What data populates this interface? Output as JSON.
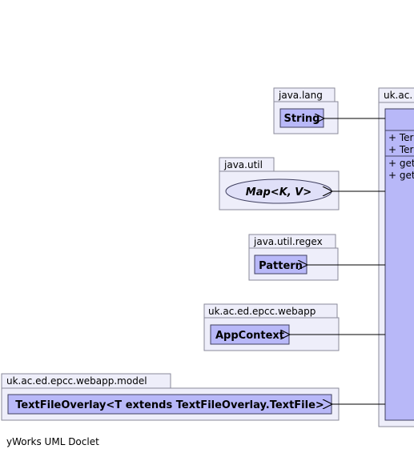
{
  "packages": {
    "lang": {
      "name": "java.lang",
      "class": "String"
    },
    "util": {
      "name": "java.util",
      "interface": "Map<K, V>"
    },
    "regex": {
      "name": "java.util.regex",
      "class": "Pattern"
    },
    "webapp": {
      "name": "uk.ac.ed.epcc.webapp",
      "class": "AppContext"
    },
    "model": {
      "name": "uk.ac.ed.epcc.webapp.model",
      "class": "TextFileOverlay<T extends TextFileOverlay.TextFile>"
    },
    "main": {
      "name": "uk.ac.",
      "members": [
        "+ Ter",
        "+ Ter",
        "+ get",
        "+ get"
      ]
    }
  },
  "footer": "yWorks UML Doclet",
  "colors": {
    "package_fill": "#eeeefa",
    "package_stroke": "#8a8a9a",
    "class_fill": "#b8b8f8",
    "class_stroke": "#404060"
  }
}
